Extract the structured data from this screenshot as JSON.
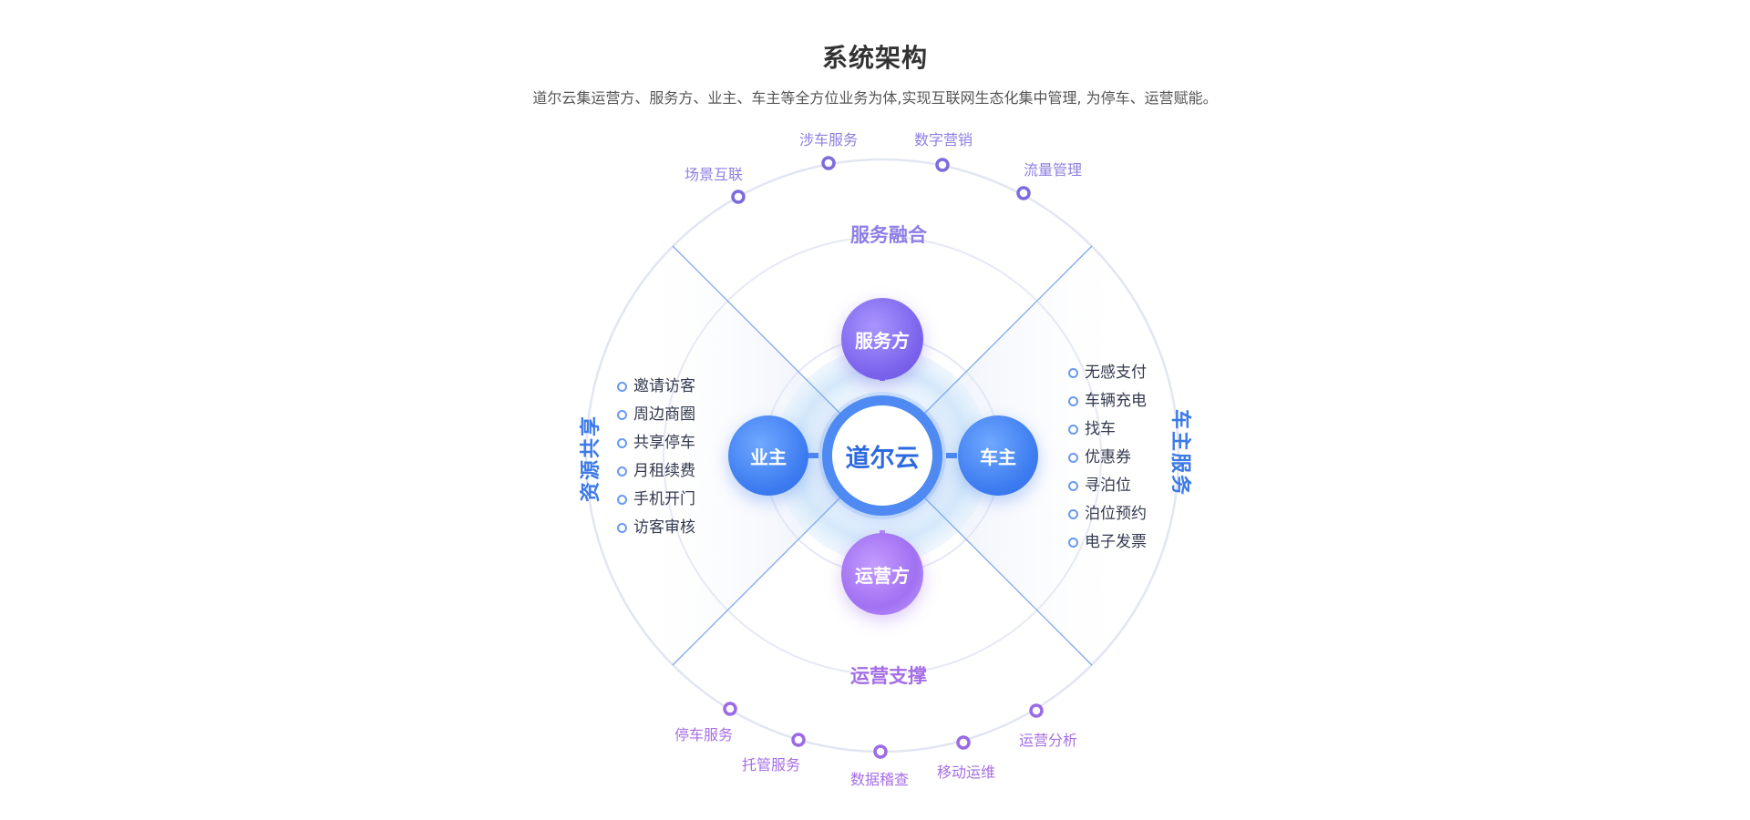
{
  "header": {
    "title": "系统架构",
    "subtitle": "道尔云集运营方、服务方、业主、车主等全方位业务为体,实现互联网生态化集中管理, 为停车、运营赋能。"
  },
  "center": {
    "label": "道尔云"
  },
  "nodes": {
    "top": "服务方",
    "bottom": "运营方",
    "left": "业主",
    "right": "车主"
  },
  "sections": {
    "top": "服务融合",
    "bottom": "运营支撑",
    "left": "资源共享",
    "right": "车主服务"
  },
  "top_ring_items": [
    "场景互联",
    "涉车服务",
    "数字营销",
    "流量管理"
  ],
  "bottom_ring_items": [
    "停车服务",
    "托管服务",
    "数据稽查",
    "移动运维",
    "运营分析"
  ],
  "left_list": [
    "邀请访客",
    "周边商圈",
    "共享停车",
    "月租续费",
    "手机开门",
    "访客审核"
  ],
  "right_list": [
    "无感支付",
    "车辆充电",
    "找车",
    "优惠券",
    "寻泊位",
    "泊位预约",
    "电子发票"
  ],
  "colors": {
    "accent_blue": "#4f8af2",
    "accent_purple": "#8e7ee6",
    "accent_violet": "#a46ee6"
  }
}
